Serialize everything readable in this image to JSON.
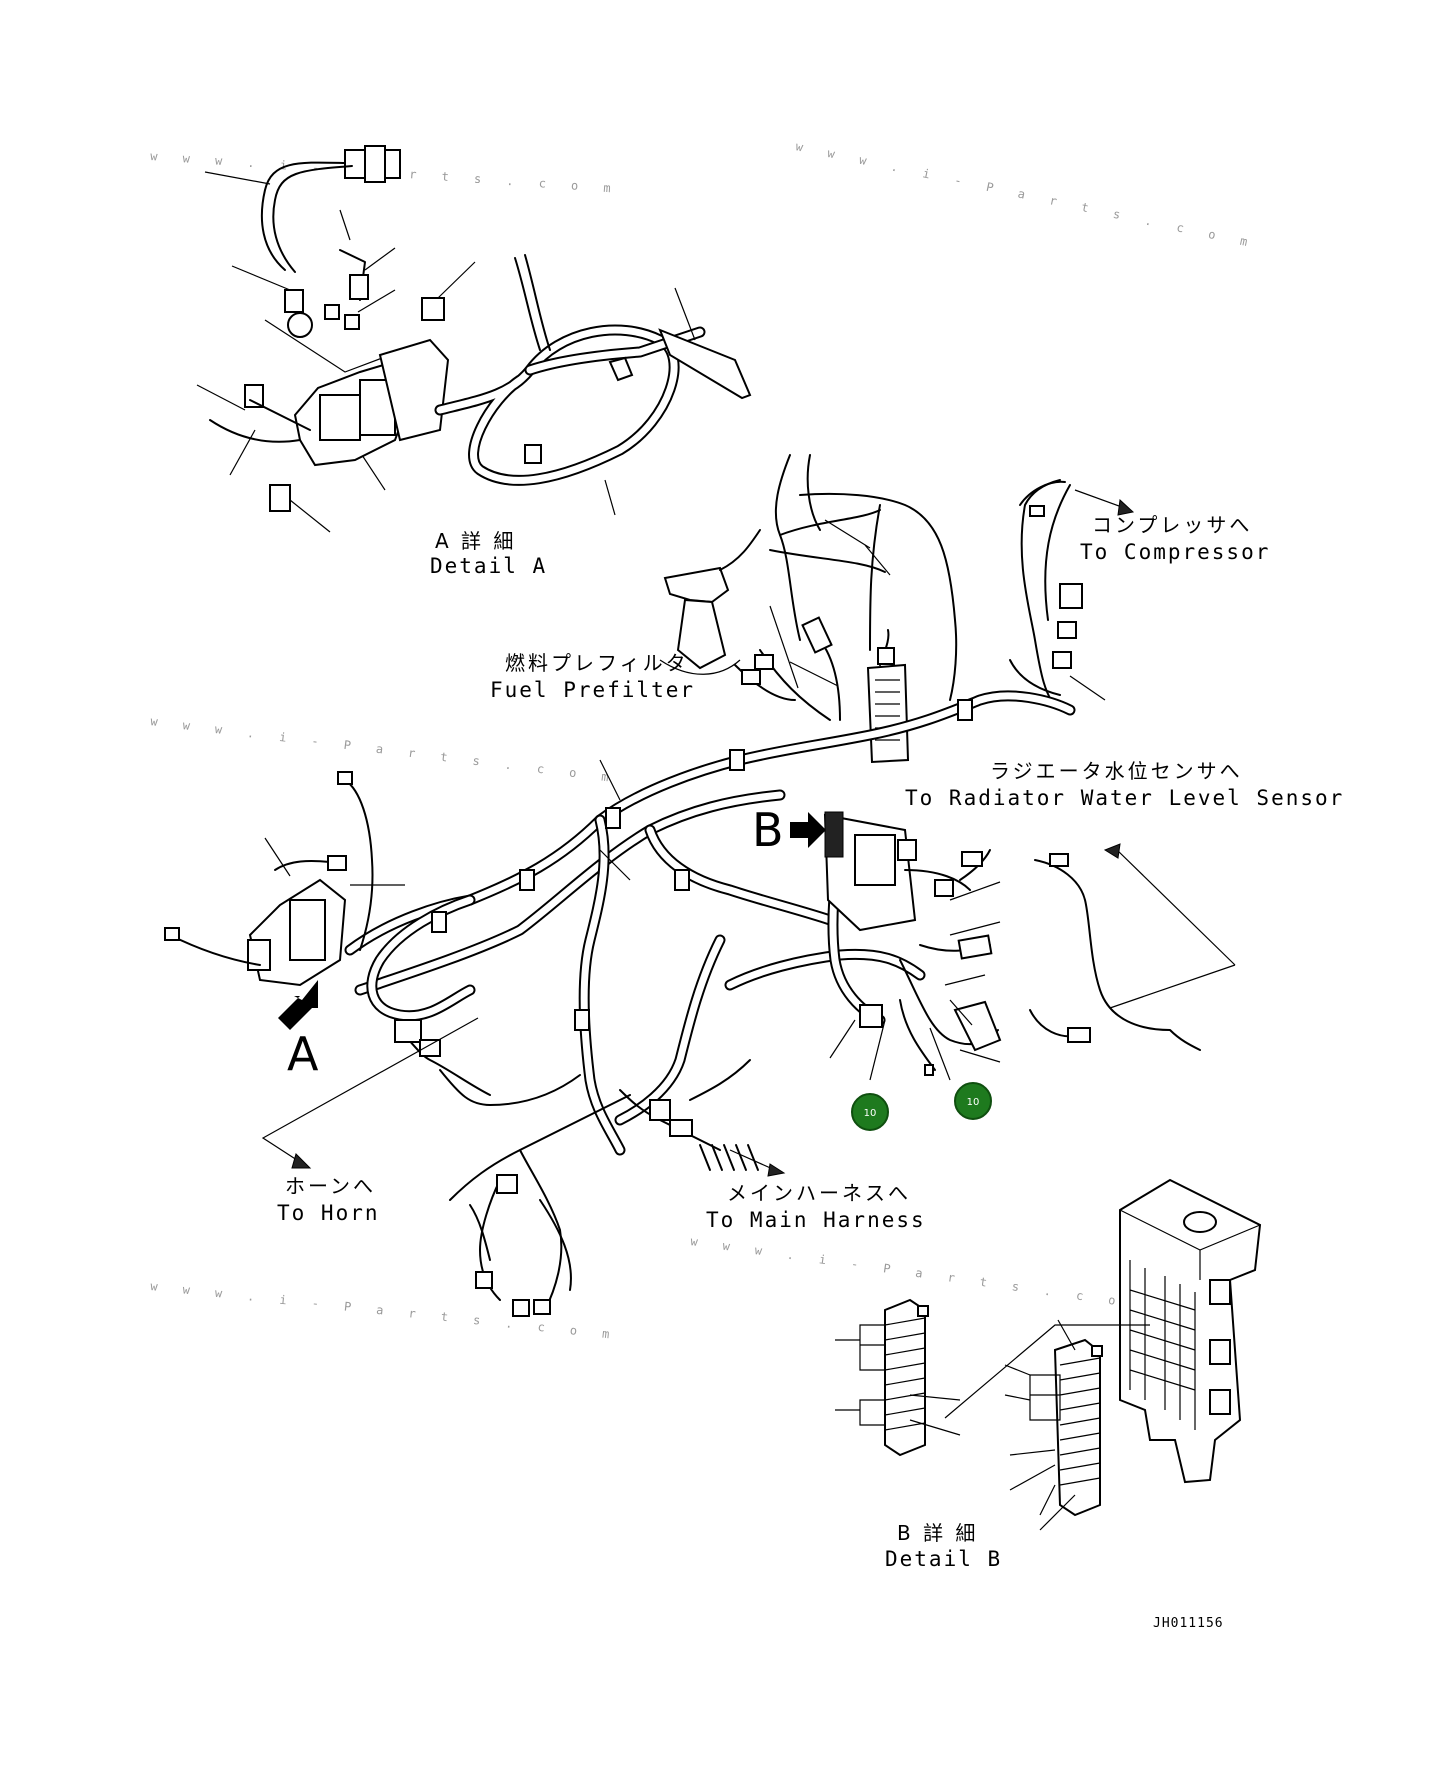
{
  "labels": {
    "detail_a_jp": "A 詳 細",
    "detail_a_en": "Detail A",
    "compressor_jp": "コンプレッサへ",
    "compressor_en": "To Compressor",
    "fuel_prefilter_jp": "燃料プレフィルタ",
    "fuel_prefilter_en": "Fuel Prefilter",
    "radiator_jp": "ラジエータ水位センサへ",
    "radiator_en": "To Radiator Water Level Sensor",
    "view_b": "B",
    "view_a": "A",
    "horn_jp": "ホーンへ",
    "horn_en": "To Horn",
    "main_harness_jp": "メインハーネスへ",
    "main_harness_en": "To Main Harness",
    "detail_b_jp": "B 詳 細",
    "detail_b_en": "Detail B",
    "drawing_code": "JH011156"
  },
  "markers": [
    {
      "label": "10",
      "color": "#1e7a1e"
    },
    {
      "label": "10",
      "color": "#1e7a1e"
    }
  ],
  "watermarks": [
    "w w w . i - P a r t s . c o m"
  ],
  "colors": {
    "line": "#000000",
    "marker": "#1e7a1e",
    "watermark": "#9a9a9a"
  }
}
